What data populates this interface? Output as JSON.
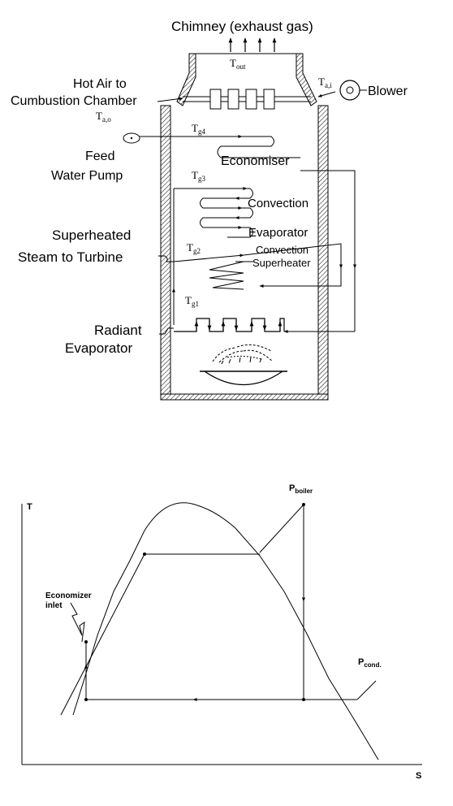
{
  "boiler": {
    "chimney_label": "Chimney (exhaust gas)",
    "t_out": {
      "base": "T",
      "sub": "out"
    },
    "t_ai": {
      "base": "T",
      "sub": "a,i"
    },
    "blower_label": "Blower",
    "hot_air_line1": "Hot Air to",
    "hot_air_line2": "Cumbustion Chamber",
    "t_ao": {
      "base": "T",
      "sub": "a,o"
    },
    "feed_line1": "Feed",
    "feed_line2": "Water Pump",
    "t_g4": {
      "base": "T",
      "sub": "g4"
    },
    "economiser_label": "Economiser",
    "t_g3": {
      "base": "T",
      "sub": "g3"
    },
    "convection_label": "Convection",
    "evaporator_label": "Evaporator",
    "superheated_line1": "Superheated",
    "superheated_line2": "Steam to Turbine",
    "t_g2": {
      "base": "T",
      "sub": "g2"
    },
    "conv_sh_line1": "Convection",
    "conv_sh_line2": "Superheater",
    "t_g1": {
      "base": "T",
      "sub": "g1"
    },
    "radiant_line1": "Radiant",
    "radiant_line2": "Evaporator"
  },
  "ts_diagram": {
    "y_axis_label": "T",
    "x_axis_label": "S",
    "p_boiler": {
      "base": "P",
      "sub": "boiler"
    },
    "p_cond": {
      "base": "P",
      "sub": "cond."
    },
    "econ_line1": "Economizer",
    "econ_line2": "inlet"
  }
}
